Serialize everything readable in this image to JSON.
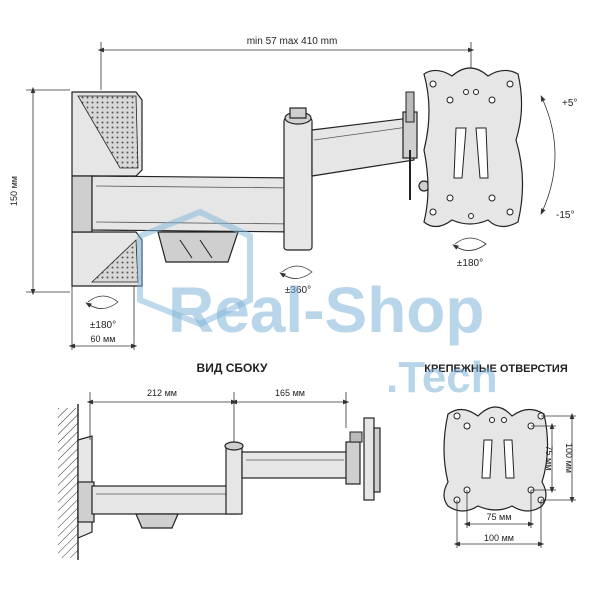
{
  "labels": {
    "reach": "min 57 max 410 mm",
    "height_150": "150 мм",
    "depth_60": "60 мм",
    "tilt_up": "+5°",
    "tilt_down": "-15°",
    "swivel_arm": "±360°",
    "swivel_wall": "±180°",
    "swivel_head": "±180°",
    "side_view_title": "ВИД СБОКУ",
    "arm_212": "212 мм",
    "arm_165": "165 мм",
    "holes_title": "КРЕПЕЖНЫЕ ОТВЕРСТИЯ",
    "vesa_h_75": "75 мм",
    "vesa_h_100": "100 мм",
    "vesa_v_75": "75 мм",
    "vesa_v_100": "100 мм"
  },
  "watermark": {
    "line1": "Real-Shop",
    "line2": ".Tech",
    "color": "#7fb3d9"
  }
}
